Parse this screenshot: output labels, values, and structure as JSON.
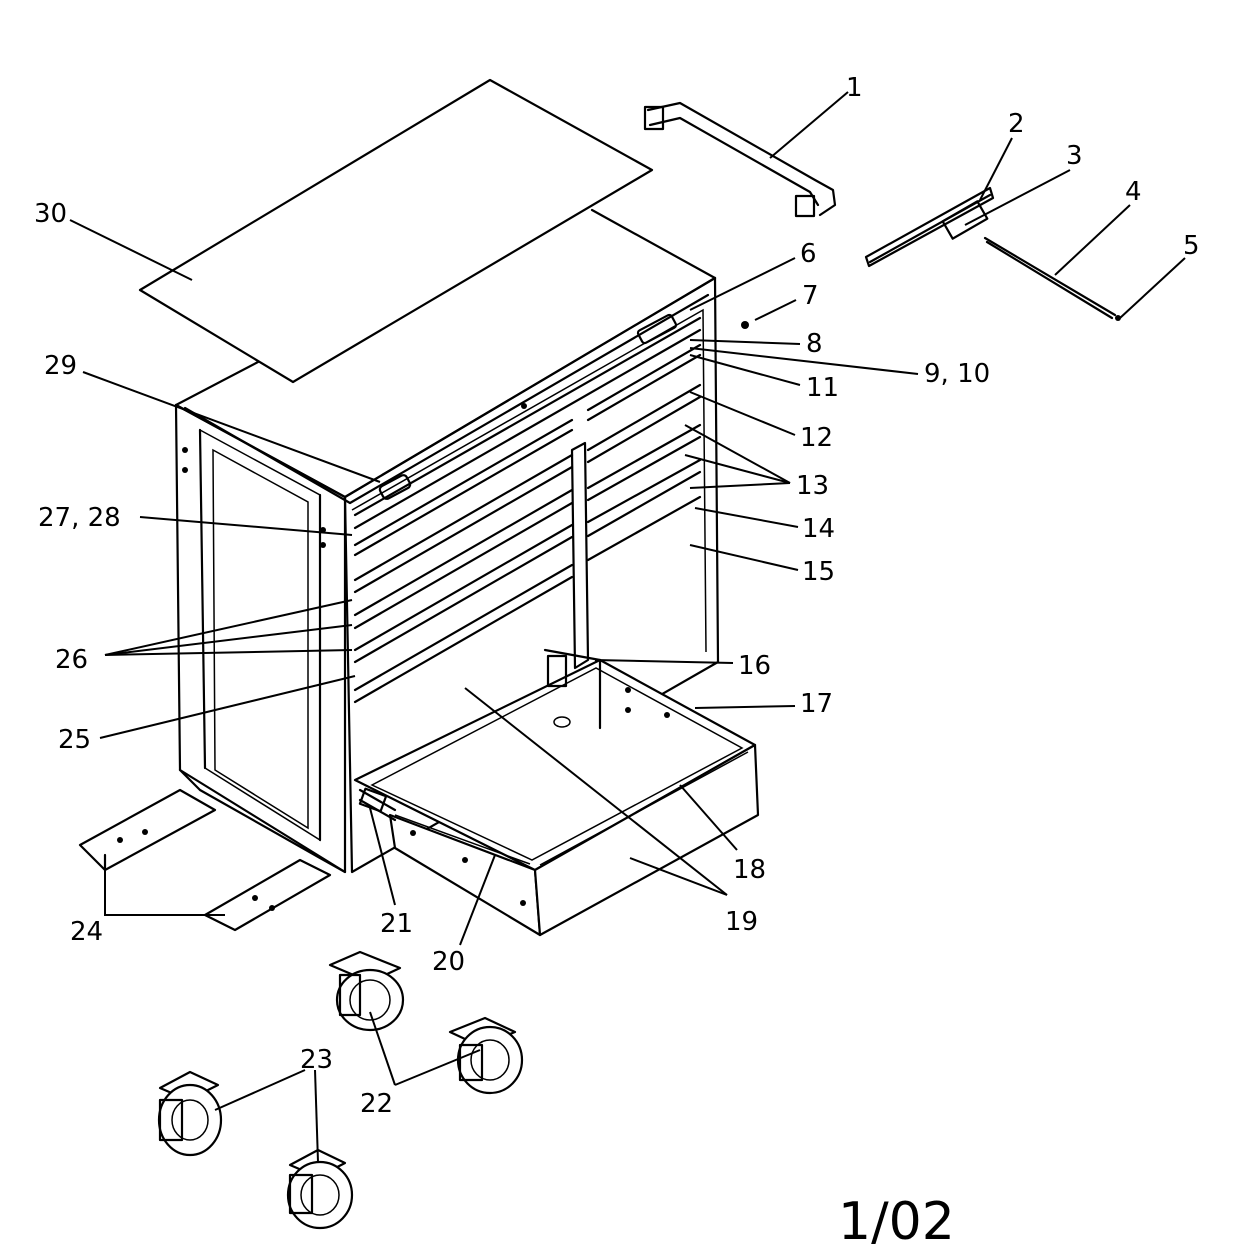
{
  "labels": [
    "1",
    "2",
    "3",
    "4",
    "5",
    "6",
    "7",
    "8",
    "9, 10",
    "11",
    "12",
    "13",
    "14",
    "15",
    "16",
    "17",
    "18",
    "19",
    "20",
    "21",
    "22",
    "23",
    "24",
    "25",
    "26",
    "27, 28",
    "29",
    "30"
  ],
  "footer_code": "1/02"
}
